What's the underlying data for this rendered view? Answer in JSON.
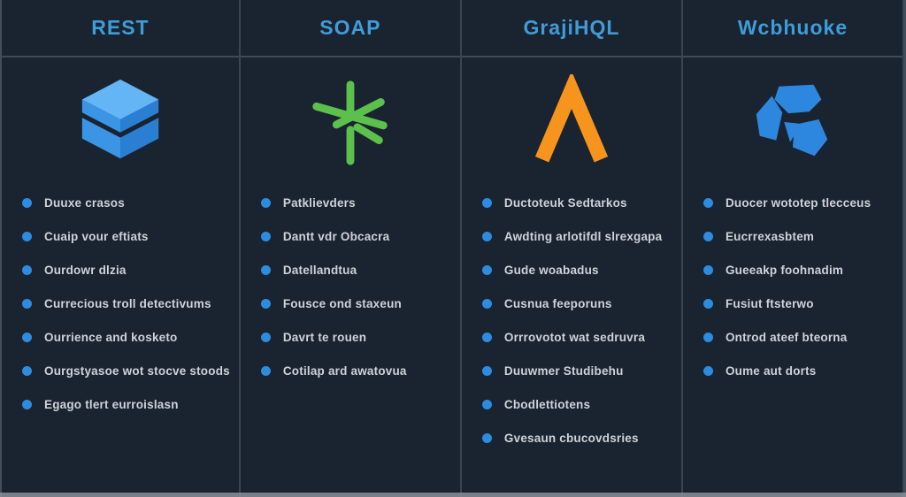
{
  "colors": {
    "background": "#1a2330",
    "divider": "#3a4554",
    "header_text": "#3f9cd9",
    "bullet_dot": "#2d8ce0",
    "item_text": "#ced3d9",
    "rest_icon_blue_top": "#64b5f6",
    "rest_icon_blue_side": "#2b7fd2",
    "soap_icon_green": "#5bc14c",
    "graphql_icon_orange": "#f6941e",
    "webhook_icon_blue": "#2e87df",
    "bottom_strip": "#8b9199"
  },
  "columns": [
    {
      "title": "REST",
      "icon": "stacked-box-icon",
      "items": [
        "Duuxe crasos",
        "Cuaip vour eftiats",
        "Ourdowr dlzia",
        "Currecious troll detectivums",
        "Ourrience and kosketo",
        "Ourgstyasoe wot stocve stoods",
        "Egago tlert eurroislasn"
      ]
    },
    {
      "title": "SOAP",
      "icon": "asterisk-icon",
      "items": [
        "Patklievders",
        "Dantt vdr Obcacra",
        "Datellandtua",
        "Fousce ond staxeun",
        "Davrt te rouen",
        "Cotilap ard awatovua"
      ]
    },
    {
      "title": "GrajiHQL",
      "icon": "chevron-up-icon",
      "items": [
        "Ductoteuk Sedtarkos",
        "Awdting arlotifdl slrexgapa",
        "Gude woabadus",
        "Cusnua feeporuns",
        "Orrrovotot wat sedruvra",
        "Duuwmer Studibehu",
        "Cbodlettiotens",
        "Gvesaun cbucovdsries"
      ]
    },
    {
      "title": "Wcbhuoke",
      "icon": "recycle-icon",
      "items": [
        "Duocer wototep tlecceus",
        "Eucrrexasbtem",
        "Gueeakp foohnadim",
        "Fusiut ftsterwo",
        "Ontrod ateef bteorna",
        "Oume aut dorts"
      ]
    }
  ]
}
